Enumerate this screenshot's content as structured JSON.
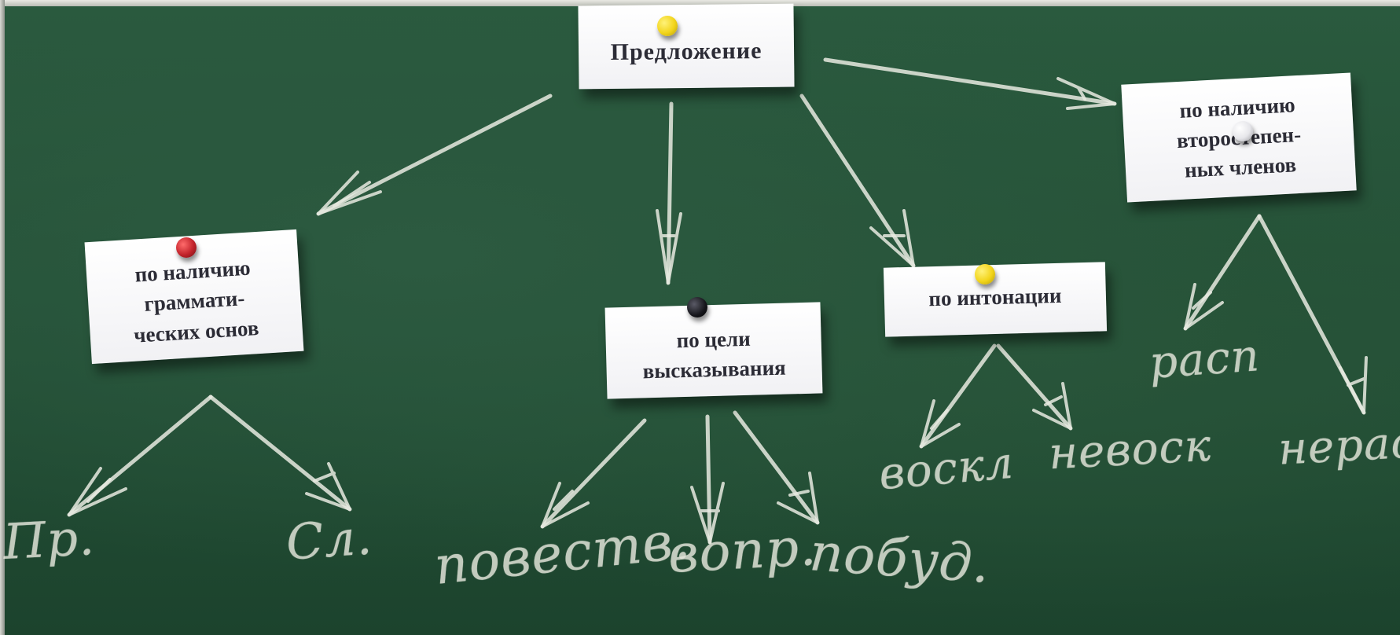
{
  "cards": {
    "root": "Предложение",
    "grammar": "по наличию\nграммати-\nческих основ",
    "purpose": "по цели\nвысказывания",
    "intonation": "по интонации",
    "secondary": "по наличию\nвторостепен-\nных членов"
  },
  "magnets": {
    "root": "#f2d41a",
    "grammar": "#c2232b",
    "purpose": "#15151a",
    "intonation": "#f2d41a",
    "secondary": "#f4f4f4"
  },
  "chalk": {
    "simple": "Пр.",
    "complex": "Сл.",
    "narrative": "повеств.",
    "question": "вопр.",
    "imperative": "побуд.",
    "exclamatory": "воскл",
    "non_exclamatory": "невоск",
    "extended": "расп",
    "non_extended": "нерас"
  },
  "colors": {
    "board": "#245039",
    "chalk": "#e6e8dd",
    "paper": "#f5f5f7",
    "card_text": "#2c2c36"
  }
}
